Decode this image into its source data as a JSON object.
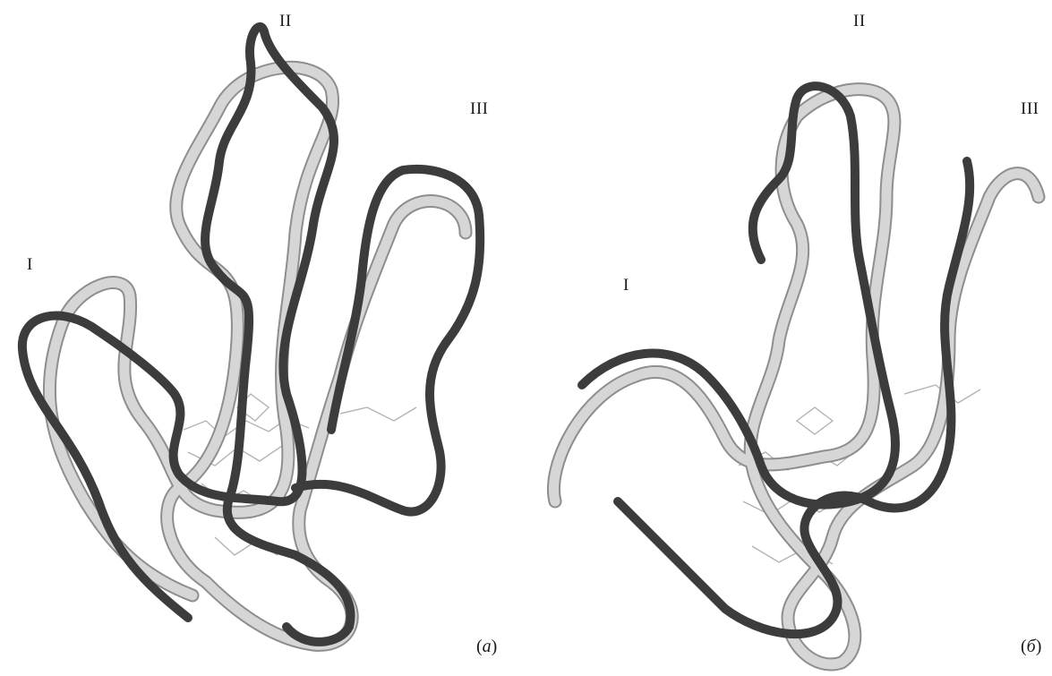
{
  "panel_a": {
    "loop_labels": [
      "I",
      "II",
      "III"
    ],
    "caption_open": "(",
    "caption_letter": "a",
    "caption_close": ")"
  },
  "panel_b": {
    "loop_labels": [
      "I",
      "II",
      "III"
    ],
    "caption_open": "(",
    "caption_letter": "б",
    "caption_close": ")"
  },
  "colors": {
    "dark_ribbon": "#3c3c3c",
    "light_ribbon": "#d6d6d6",
    "light_ribbon_edge": "#8e8e8e",
    "disulfide": "#b3b3b3",
    "background": "#ffffff"
  }
}
